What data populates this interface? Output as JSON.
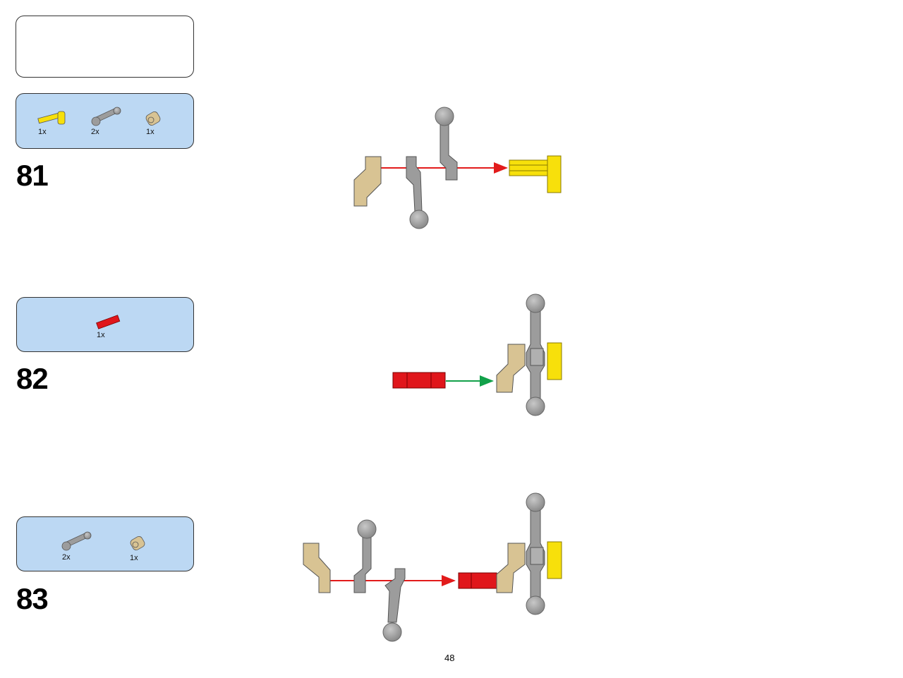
{
  "page_number": "48",
  "steps": [
    {
      "number": "81",
      "parts": [
        {
          "icon": "yellow-axle-pin-icon",
          "qty": "1x"
        },
        {
          "icon": "gray-ball-link-icon",
          "qty": "2x"
        },
        {
          "icon": "tan-connector-icon",
          "qty": "1x"
        }
      ]
    },
    {
      "number": "82",
      "parts": [
        {
          "icon": "red-axle-icon",
          "qty": "1x"
        }
      ]
    },
    {
      "number": "83",
      "parts": [
        {
          "icon": "gray-ball-link-icon",
          "qty": "2x"
        },
        {
          "icon": "tan-connector-icon",
          "qty": "1x"
        }
      ]
    }
  ],
  "colors": {
    "tan": "#d8c393",
    "gray": "#9c9c9c",
    "yellow": "#f7e00b",
    "red": "#e0161b",
    "arrow_red": "#e21b1b",
    "arrow_green": "#12a14a",
    "callout_blue": "#bcd8f3"
  }
}
